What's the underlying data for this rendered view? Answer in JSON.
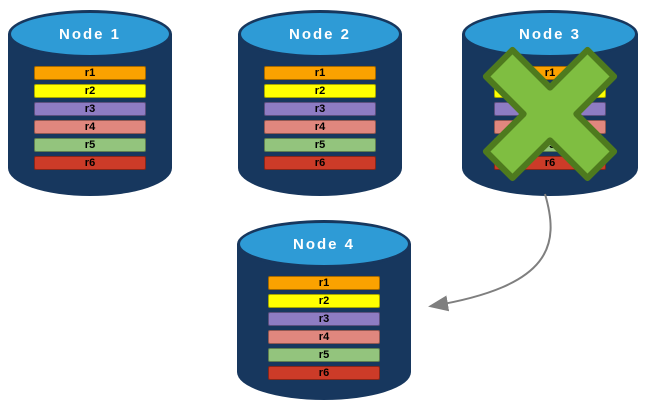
{
  "nodes": [
    {
      "label": "Node 1",
      "rows": [
        {
          "label": "r1",
          "color": "#FBA200"
        },
        {
          "label": "r2",
          "color": "#FFFF00"
        },
        {
          "label": "r3",
          "color": "#8E7CC3"
        },
        {
          "label": "r4",
          "color": "#E0877E"
        },
        {
          "label": "r5",
          "color": "#93C47D"
        },
        {
          "label": "r6",
          "color": "#CC3B28"
        }
      ]
    },
    {
      "label": "Node 2",
      "rows": [
        {
          "label": "r1",
          "color": "#FBA200"
        },
        {
          "label": "r2",
          "color": "#FFFF00"
        },
        {
          "label": "r3",
          "color": "#8E7CC3"
        },
        {
          "label": "r4",
          "color": "#E0877E"
        },
        {
          "label": "r5",
          "color": "#93C47D"
        },
        {
          "label": "r6",
          "color": "#CC3B28"
        }
      ]
    },
    {
      "label": "Node 3",
      "rows": [
        {
          "label": "r1",
          "color": "#FBA200"
        },
        {
          "label": "r2",
          "color": "#FFFF00"
        },
        {
          "label": "r3",
          "color": "#8E7CC3"
        },
        {
          "label": "r4",
          "color": "#E0877E"
        },
        {
          "label": "r5",
          "color": "#93C47D"
        },
        {
          "label": "r6",
          "color": "#CC3B28"
        }
      ]
    },
    {
      "label": "Node 4",
      "rows": [
        {
          "label": "r1",
          "color": "#FBA200"
        },
        {
          "label": "r2",
          "color": "#FFFF00"
        },
        {
          "label": "r3",
          "color": "#8E7CC3"
        },
        {
          "label": "r4",
          "color": "#E0877E"
        },
        {
          "label": "r5",
          "color": "#93C47D"
        },
        {
          "label": "r6",
          "color": "#CC3B28"
        }
      ]
    }
  ],
  "cylinder": {
    "body_color": "#17375E",
    "top_color": "#2E9BD6"
  },
  "failure": {
    "node": "Node 3",
    "x_color": "#7FBE41",
    "x_border": "#4E7A1E"
  },
  "arrow": {
    "from": "Node 3",
    "to": "Node 4",
    "color": "#7F7F7F"
  }
}
